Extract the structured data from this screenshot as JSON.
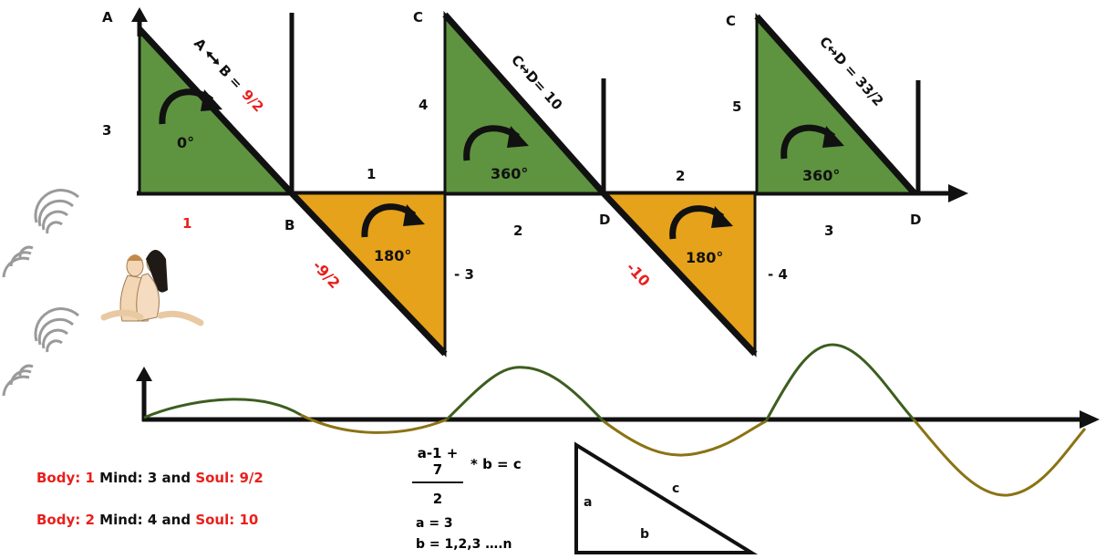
{
  "colors": {
    "green": "#5e9440",
    "gold": "#e6a21a",
    "red": "#e8201c",
    "black": "#111111",
    "wave_green": "#3d5e1f",
    "wave_olive": "#8b7314"
  },
  "icons": [
    "sound-wave-icon",
    "couple-illustration"
  ],
  "triangles": {
    "t1": {
      "corner_label": "A",
      "side_value": "3",
      "base_label": "1",
      "rotation": "0°",
      "hyp_label_prefix": "A",
      "hyp_label_mid": "B = ",
      "hyp_value": "9/2"
    },
    "t2": {
      "end_label": "B",
      "top_value": "1",
      "rotation": "180°",
      "hyp_value": "-9/2",
      "side_value": "- 3"
    },
    "t3": {
      "corner_label": "C",
      "side_value": "4",
      "base_label": "2",
      "rotation": "360°",
      "hyp_label": "C↔D= 10"
    },
    "t4": {
      "end_label": "D",
      "top_value": "2",
      "rotation": "180°",
      "hyp_value": "-10",
      "side_value": "- 4"
    },
    "t5": {
      "corner_label": "C",
      "side_value": "5",
      "base_label": "3",
      "rotation": "360°",
      "hyp_label": "C↔D = 33/2",
      "end_label": "D"
    }
  },
  "legend": [
    {
      "body_label": "Body:",
      "body_value": "1",
      "mind_text": "Mind: 3 and",
      "soul_label": "Soul:",
      "soul_value": "9/2"
    },
    {
      "body_label": "Body:",
      "body_value": "2",
      "mind_text": "Mind: 4 and",
      "soul_label": "Soul:",
      "soul_value": "10"
    }
  ],
  "formula": {
    "numerator": "a-1 + 7",
    "denominator": "2",
    "operator": "* b  = c",
    "a_def": "a = 3",
    "b_def": "b = 1,2,3 ….n",
    "side_a": "a",
    "side_b": "b",
    "side_c": "c"
  }
}
